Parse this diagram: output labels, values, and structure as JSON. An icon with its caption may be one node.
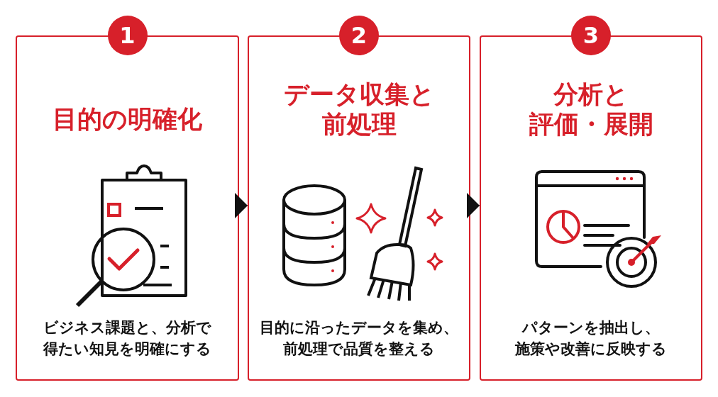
{
  "diagram": {
    "nodes": [
      {
        "text": [
          "1",
          "目的の明確化",
          "ビジネス課題と、分析で得たい知見を明確にする"
        ]
      },
      {
        "text": [
          "2",
          "データ収集と前処理",
          "目的に沿ったデータを集め、前処理で品質を整える"
        ]
      },
      {
        "text": [
          "3",
          "分析と評価・展開",
          "パターンを抽出し、施策や改善に反映する"
        ]
      }
    ],
    "edges": [
      {
        "from": 0,
        "to": 1,
        "arrow": "to"
      },
      {
        "from": 1,
        "to": 2,
        "arrow": "to"
      }
    ]
  }
}
